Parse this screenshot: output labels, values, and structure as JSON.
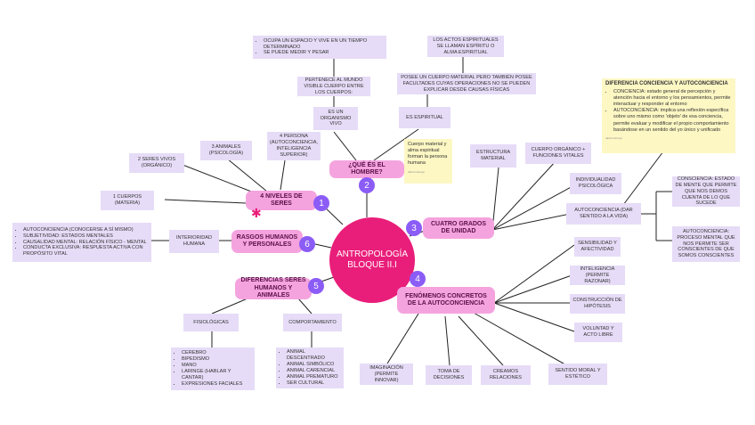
{
  "center": {
    "line1": "ANTROPOLOGÍA",
    "line2": "BLOQUE II.I"
  },
  "branches": {
    "b1": {
      "title": "4 NIVELES DE SERES",
      "num": "1"
    },
    "b2": {
      "title": "¿QUÉ ÉS EL HOMBRE?",
      "num": "2"
    },
    "b3": {
      "title": "CUATRO GRADOS DE UNIDAD",
      "num": "3"
    },
    "b4": {
      "title": "FENÓMENOS CONCRETOS DE LA AUTOCONCIENCIA",
      "num": "4"
    },
    "b5": {
      "title": "DIFERENCIAS SERES HUMANOS Y ANIMALES",
      "num": "5"
    },
    "b6": {
      "title": "RASGOS HUMANOS Y PERSONALES",
      "num": "6"
    }
  },
  "niveles": {
    "n1": "1 CUERPOS (MATERIA)",
    "n2": "2 SERES VIVOS (ORGÁNICO)",
    "n3": "3 ANIMALES (PSICOLOGÍA)",
    "n4": "4 PERSONA (AUTOCONCIENCIA, INTELIGENCIA SUPERIOR)"
  },
  "hombre": {
    "organismo": "ES UN ORGANISMO VIVO",
    "pertenece": "PERTENECE AL MUNDO VISIBLE CUERPO ENTRE LOS CUERPOS:",
    "espacio_items": [
      "OCUPA UN ESPACIO Y VIVE EN UN TIEMPO DETERMINADO",
      "SE PUEDE MEDIR Y PESAR"
    ],
    "espiritual": "ES ESPIRITUAL",
    "posee": "POSEE UN CUERPO MATERIAL PERO TAMBIÉN POSEE FACULTADES CUYAS OPERACIONES NO SE PUEDEN EXPLICAR DESDE CAUSAS FÍSICAS",
    "actos": "LOS ACTOS ESPIRITUALES SE LLAMAN ESPÍRITU O ALMA ESPIRITUAL",
    "note": "Cuerpo material y alma espiritual forman la persona humana",
    "note_sig": "Jazmin Arroyo"
  },
  "grados": {
    "estructura": "ESTRUCTURA MATERIAL",
    "cuerpo": "CUERPO ORGÁNICO + FUNCIONES VITALES",
    "individualidad": "INDIVIDUALIDAD PSICOLÓGICA",
    "autoconciencia": "AUTOCONCIENCIA (DAR SENTIDO A LA VIDA)",
    "conciencia_def": "CONSCIENCIA: ESTADO DE MENTE QUE PERMITE QUE NOS DEMOS CUENTA DE LO QUE SUCEDE",
    "autoconciencia_def": "AUTOCONCIENCIA: PROCESO MENTAL QUE NOS PERMITE SER CONSCIENTES DE QUE SOMOS CONSCIENTES"
  },
  "diferencia_note": {
    "title": "DIFERENCIA CONCIENCIA Y AUTOCONCIENCIA",
    "items": [
      "CONCIENCIA: estado general de percepción y atención hacia el entorno y los pensamientos, permite interactuar y responder al entorno",
      "AUTOCONCIENCIA: implica una reflexión específica sobre uno mismo como 'objeto' de esa conciencia, permite evaluar y modificar el propio comportamiento basándose en un sentido del yo único y unificado"
    ],
    "sig": "Jazmin Arroyo"
  },
  "fenomenos": {
    "f1": "SENSIBILIDAD Y AFECTIVIDAD",
    "f2": "INTELIGENCIA (PERMITE RAZONAR)",
    "f3": "CONSTRUCCIÓN DE HIPÓTESIS",
    "f4": "VOLUNTAD Y ACTO LIBRE",
    "f5": "SENTIDO MORAL Y ESTÉTICO",
    "f6": "CREAMOS RELACIONES",
    "f7": "TOMA DE DECISIONES",
    "f8": "IMAGINACIÓN (PERMITE INNOVAR)"
  },
  "diferencias": {
    "fisiologicas": "FISIOLÓGICAS",
    "comportamiento": "COMPORTAMIENTO",
    "fis_items": [
      "CEREBRO",
      "BIPEDISMO",
      "MANO",
      "LARINGE (HABLAR Y CANTAR)",
      "EXPRESIONES FACIALES"
    ],
    "comp_items": [
      "ANIMAL DESCENTRADO",
      "ANIMAL SIMBÓLICO",
      "ANIMAL CARENCIAL",
      "ANIMAL PREMATURO",
      "SER CULTURAL"
    ]
  },
  "rasgos": {
    "interioridad": "INTERIORIDAD HUMANA",
    "items": [
      "AUTOCONCIENCIA (CONOCERSE A SÍ MISMO)",
      "SUBJETIVIDAD: ESTADOS MENTALES",
      "CAUSALIDAD MENTAL: RELACIÓN FÍSICO - MENTAL",
      "CONDUCTA EXCLUSIVA: RESPUESTA ACTIVA CON PROPÓSITO VITAL"
    ]
  },
  "colors": {
    "center": "#e91e7a",
    "branch": "#f5a3df",
    "number": "#8b5cf6",
    "leaf": "#e6dcf7",
    "note": "#fdf7c4"
  }
}
